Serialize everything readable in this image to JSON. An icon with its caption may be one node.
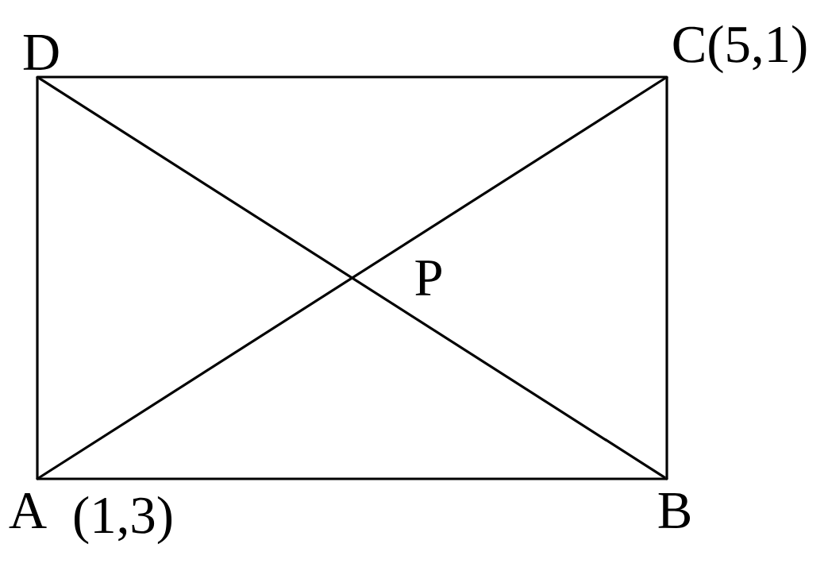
{
  "diagram": {
    "nodes": [
      {
        "text": [
          "D"
        ]
      },
      {
        "text": [
          "C(5,1)"
        ]
      },
      {
        "text": [
          "A"
        ],
        "beside": [
          "(1,3)"
        ]
      },
      {
        "text": [
          "B"
        ]
      }
    ],
    "edges": [
      {
        "from": 0,
        "to": 1,
        "arrow": "none"
      },
      {
        "from": 1,
        "to": 3,
        "arrow": "none"
      },
      {
        "from": 3,
        "to": 2,
        "arrow": "none"
      },
      {
        "from": 2,
        "to": 0,
        "arrow": "none"
      },
      {
        "from": 2,
        "to": 1,
        "arrow": "none"
      },
      {
        "from": 0,
        "to": 3,
        "arrow": "none"
      }
    ],
    "labels": [
      "P"
    ]
  }
}
